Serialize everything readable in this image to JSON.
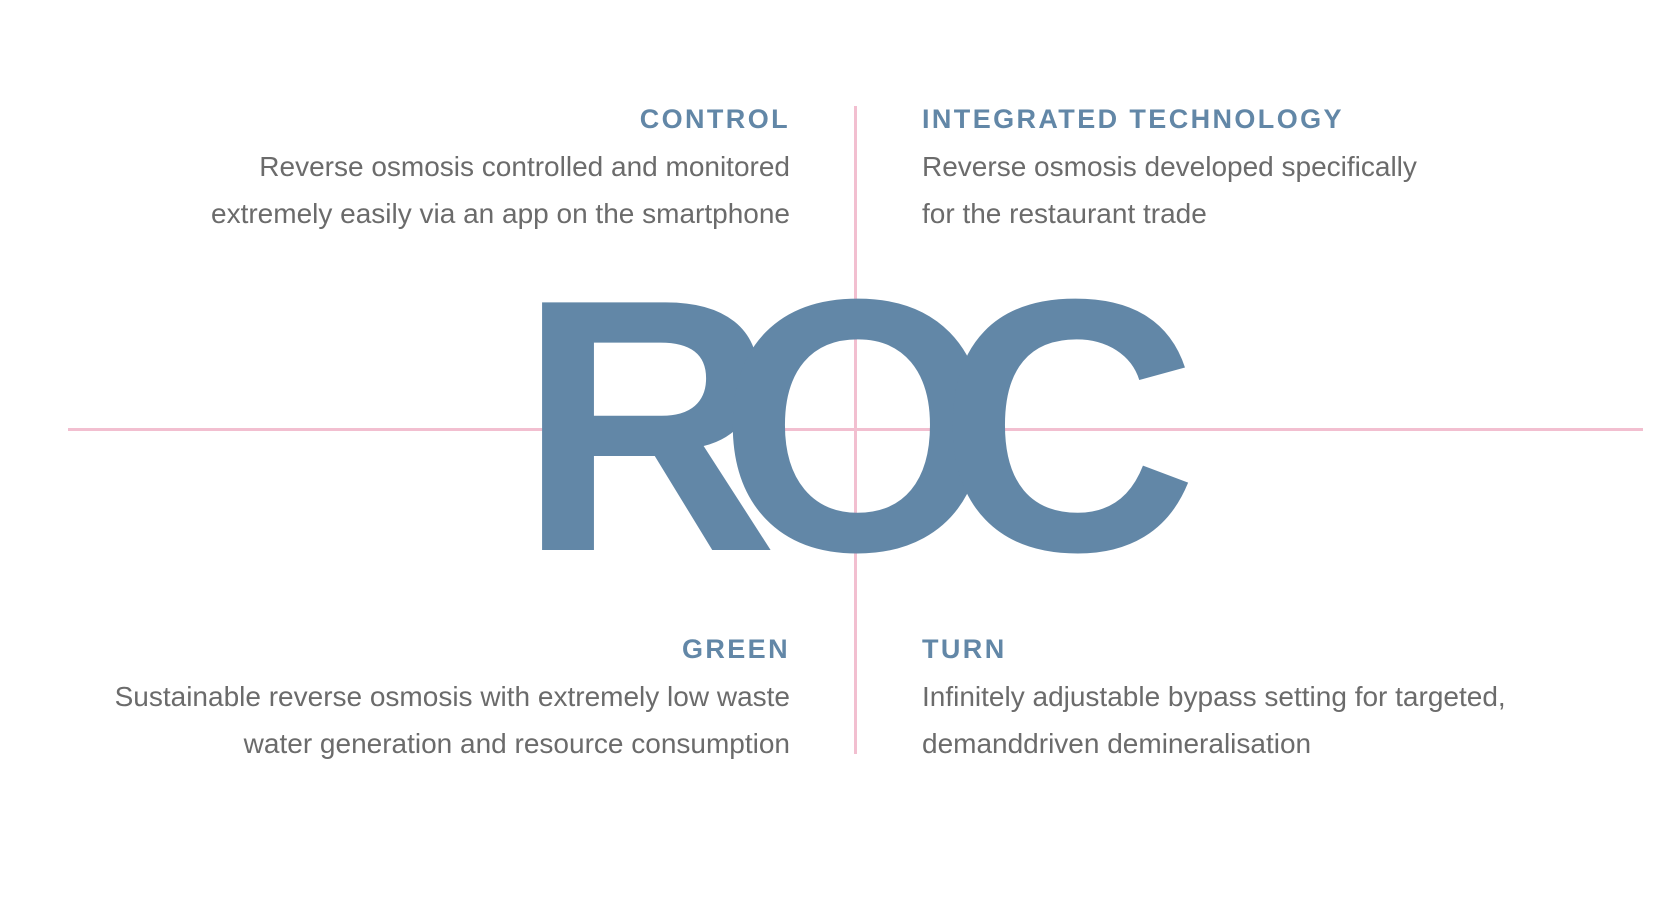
{
  "colors": {
    "brand": "#6287a7",
    "divider": "#f2bfd0",
    "body_text": "#6b6b6b"
  },
  "logo": {
    "text": "ROC"
  },
  "quadrants": {
    "control": {
      "title": "CONTROL",
      "line1": "Reverse osmosis controlled and monitored",
      "line2": "extremely easily via an app on the smartphone"
    },
    "integrated": {
      "title": "INTEGRATED TECHNOLOGY",
      "line1": "Reverse osmosis developed specifically",
      "line2": "for the restaurant trade"
    },
    "green": {
      "title": "GREEN",
      "line1": "Sustainable reverse osmosis with extremely low waste",
      "line2": "water generation and resource consumption"
    },
    "turn": {
      "title": "TURN",
      "line1": "Infinitely adjustable bypass setting for targeted,",
      "line2": "demanddriven demineralisation"
    }
  }
}
